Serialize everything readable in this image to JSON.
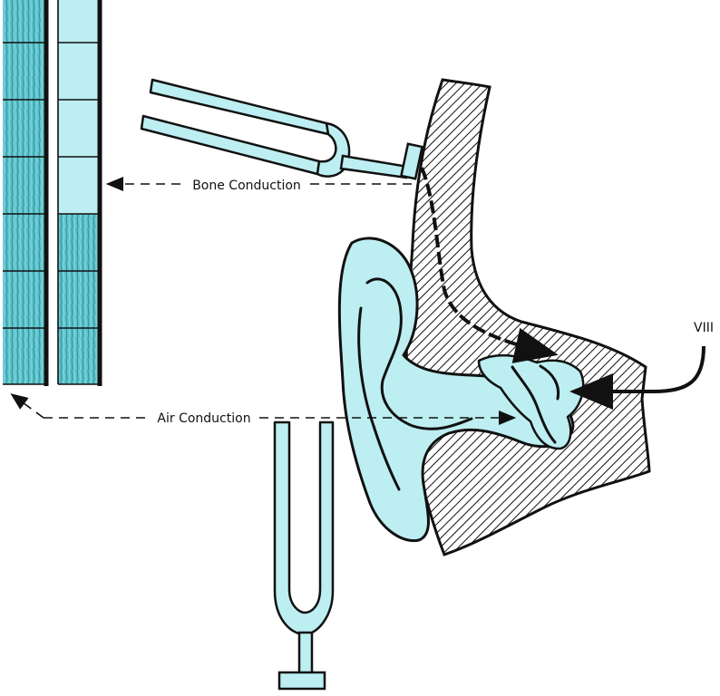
{
  "labels": {
    "bone_conduction": "Bone Conduction",
    "air_conduction": "Air Conduction",
    "nerve": "VIII"
  },
  "colors": {
    "fill": "#bdeef1",
    "fill_dark": "#4fb3bd",
    "outline": "#111111",
    "background": "#ffffff"
  },
  "icons": {
    "fork_upper": "tuning-fork-icon",
    "fork_lower": "tuning-fork-icon",
    "ear": "ear-icon"
  }
}
